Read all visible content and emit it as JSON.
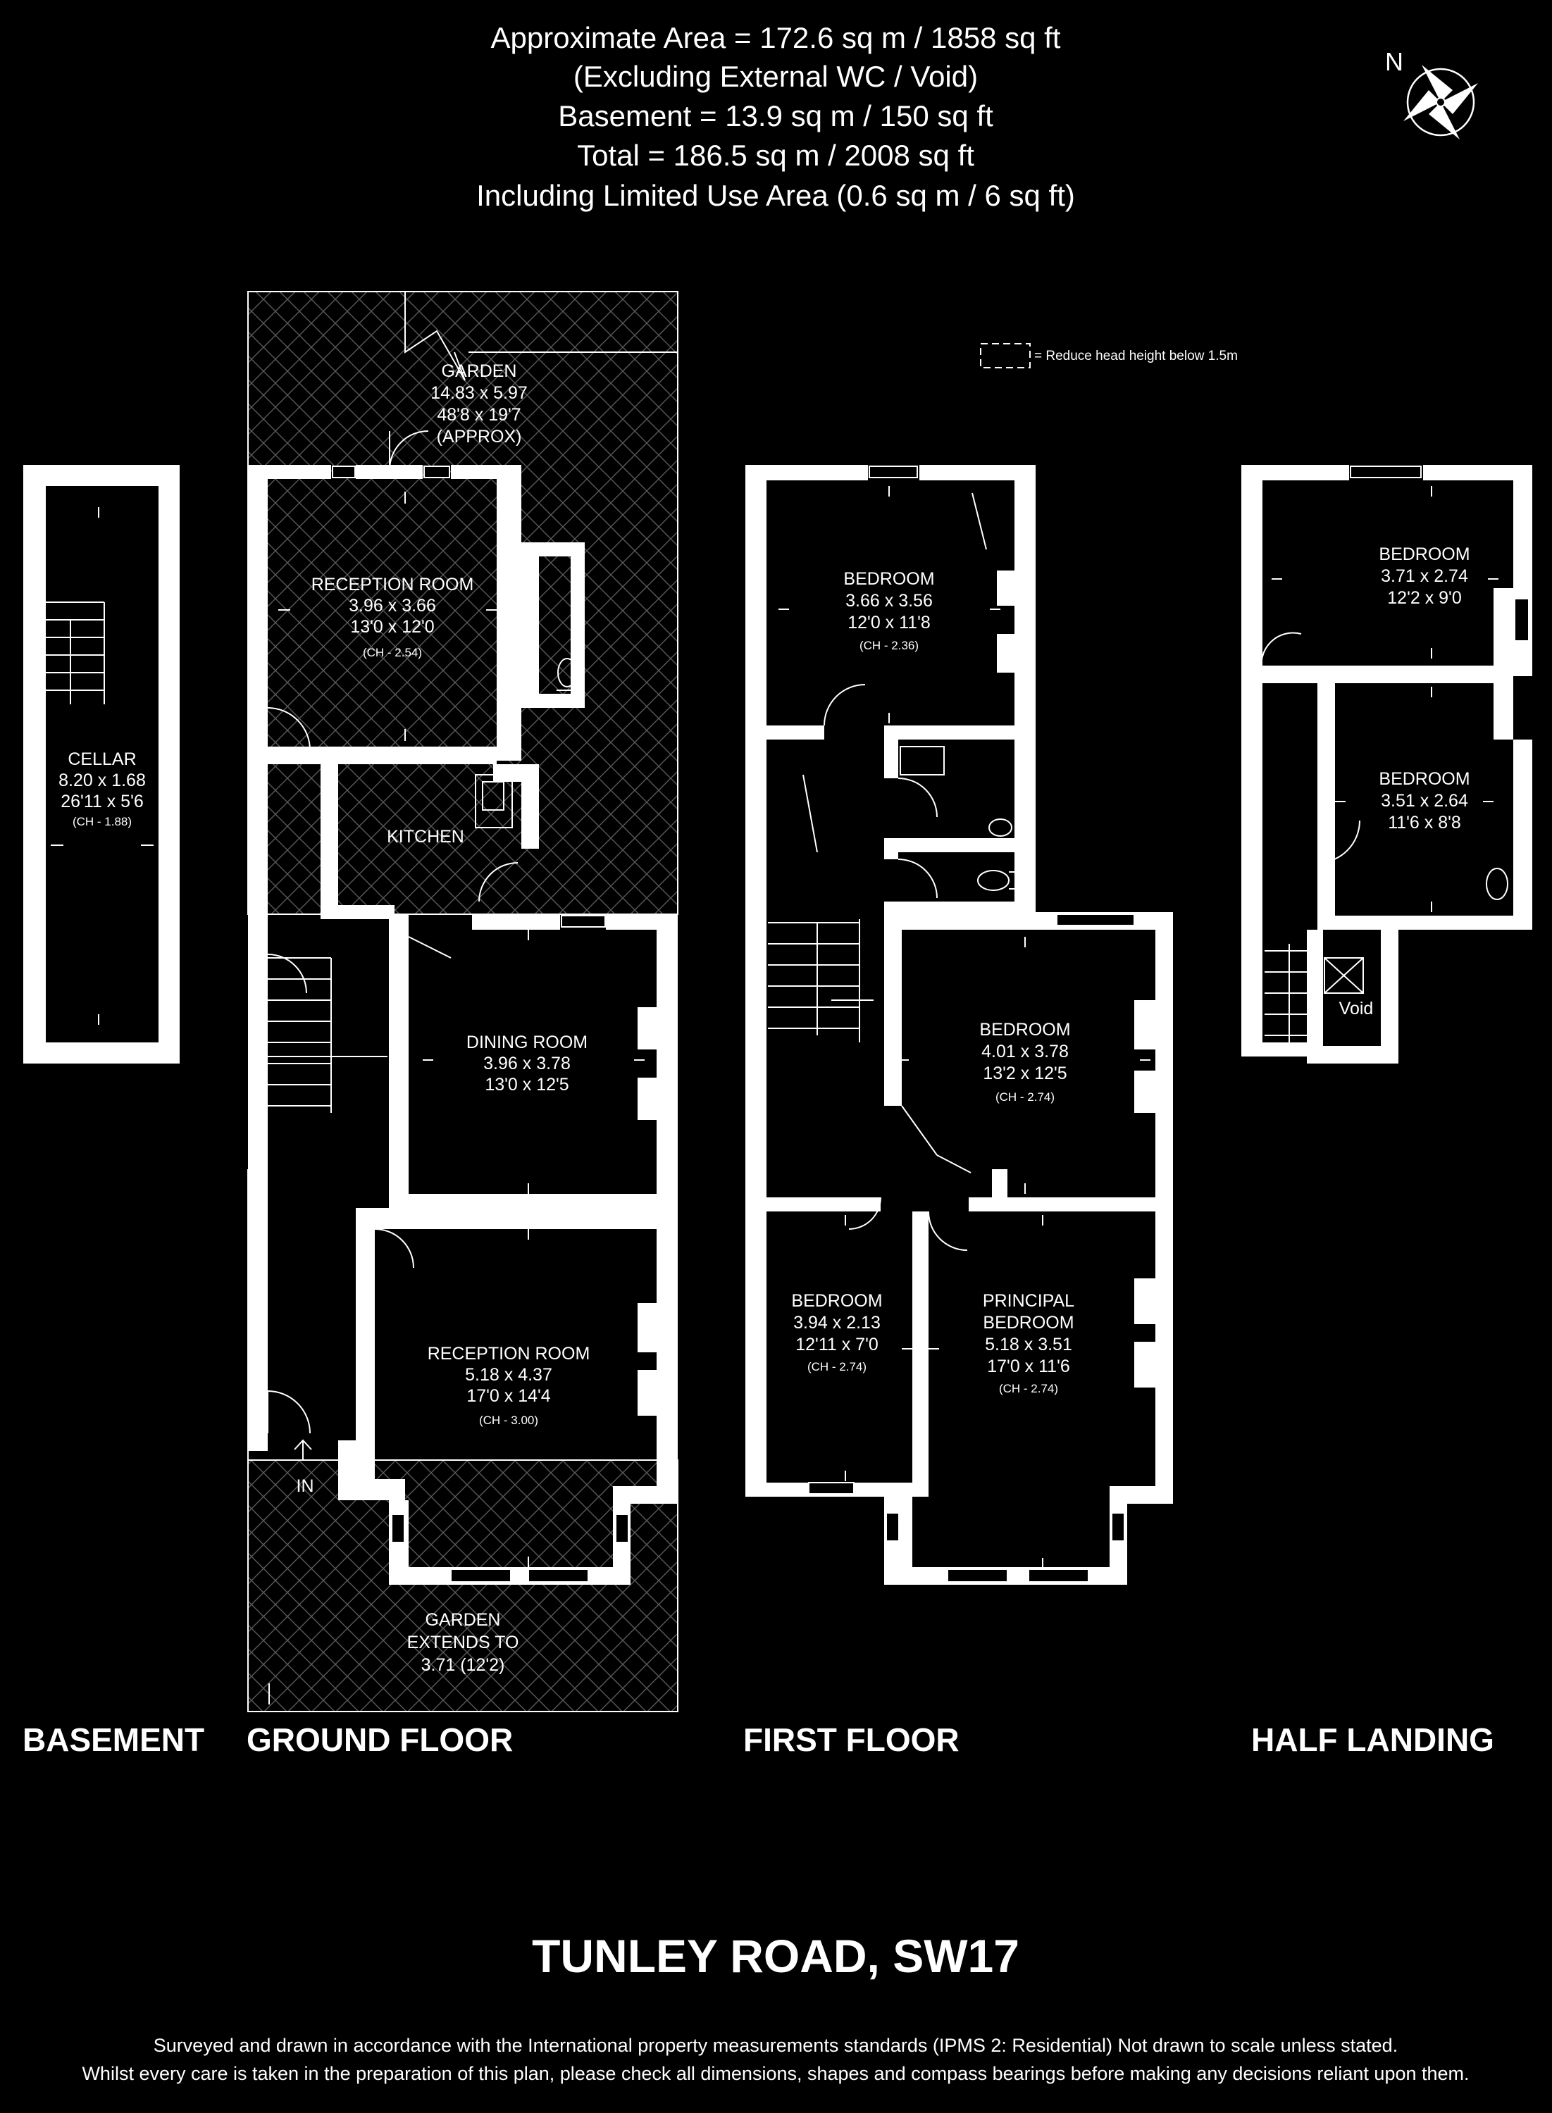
{
  "header": {
    "lines": [
      "Approximate Area = 172.6 sq m / 1858 sq ft",
      "(Excluding External WC / Void)",
      "Basement = 13.9 sq m / 150 sq ft",
      "Total = 186.5 sq m / 2008 sq ft",
      "Including Limited Use Area (0.6 sq m / 6 sq ft)"
    ]
  },
  "compass": {
    "label": "N",
    "icon": "compass-rose-icon"
  },
  "legend": {
    "text": "= Reduce head height below 1.5m"
  },
  "rooms": {
    "garden_rear": [
      "GARDEN",
      "14.83 x 5.97",
      "48'8 x 19'7",
      "(APPROX)"
    ],
    "cellar": [
      "CELLAR",
      "8.20 x 1.68",
      "26'11 x 5'6"
    ],
    "cellar_ch": "(CH - 1.88)",
    "reception_rear": [
      "RECEPTION ROOM",
      "3.96 x 3.66",
      "13'0 x 12'0"
    ],
    "reception_rear_ch": "(CH - 2.54)",
    "kitchen": [
      "KITCHEN"
    ],
    "dining": [
      "DINING ROOM",
      "3.96 x 3.78",
      "13'0 x 12'5"
    ],
    "reception_front": [
      "RECEPTION ROOM",
      "5.18 x 4.37",
      "17'0 x 14'4"
    ],
    "reception_front_ch": "(CH - 3.00)",
    "entrance": [
      "IN"
    ],
    "garden_front": [
      "GARDEN",
      "EXTENDS TO",
      "3.71 (12'2)"
    ],
    "bed_ff_rear": [
      "BEDROOM",
      "3.66 x 3.56",
      "12'0 x 11'8"
    ],
    "bed_ff_rear_ch": "(CH - 2.36)",
    "bed_ff_mid": [
      "BEDROOM",
      "4.01 x 3.78",
      "13'2 x 12'5"
    ],
    "bed_ff_mid_ch": "(CH - 2.74)",
    "bed_ff_small": [
      "BEDROOM",
      "3.94 x 2.13",
      "12'11 x 7'0"
    ],
    "bed_ff_small_ch": "(CH - 2.74)",
    "principal": [
      "PRINCIPAL",
      "BEDROOM",
      "5.18 x 3.51",
      "17'0 x 11'6"
    ],
    "principal_ch": "(CH - 2.74)",
    "bed_hl_top": [
      "BEDROOM",
      "3.71 x 2.74",
      "12'2 x 9'0"
    ],
    "bed_hl_bottom": [
      "BEDROOM",
      "3.51 x 2.64",
      "11'6 x 8'8"
    ],
    "void": [
      "Void"
    ]
  },
  "floors": [
    "BASEMENT",
    "GROUND FLOOR",
    "FIRST FLOOR",
    "HALF LANDING"
  ],
  "address": "TUNLEY ROAD, SW17",
  "disclaimer": [
    "Surveyed and drawn in accordance with the International property measurements standards (IPMS 2: Residential) Not drawn to scale unless stated.",
    "Whilst every care is taken in the preparation of this plan, please check all dimensions, shapes and compass bearings before making any decisions reliant upon them."
  ],
  "colors": {
    "background": "#000000",
    "foreground": "#ffffff"
  }
}
